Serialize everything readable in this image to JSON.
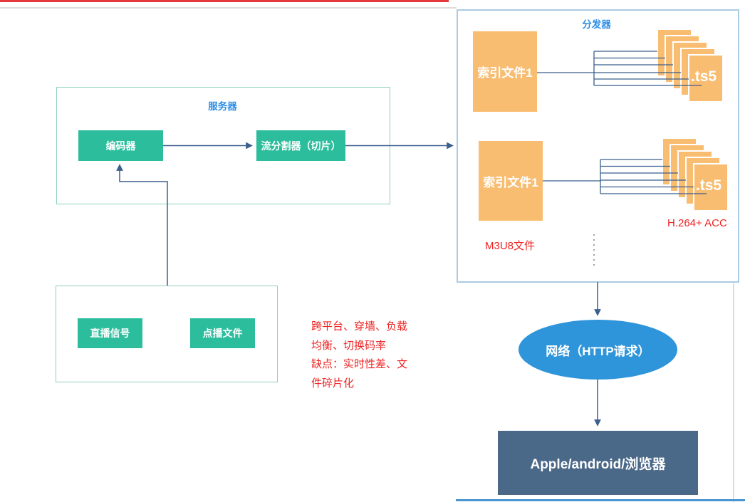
{
  "colors": {
    "teal_node": "#2bbd9c",
    "teal_frame_border": "#90d0c2",
    "blue_frame_label": "#2e8ee4",
    "distributor_border": "#a9cbe4",
    "orange_file": "#f9bd71",
    "connector_line": "#3b5f8e",
    "red_annotation": "#ee2222",
    "network_ellipse": "#2e95da",
    "client_box": "#4a6888"
  },
  "server": {
    "label": "服务器",
    "encoder_label": "编码器",
    "splitter_label": "流分割器（切片）"
  },
  "source": {
    "live_label": "直播信号",
    "vod_label": "点播文件"
  },
  "notes": {
    "lines": [
      "跨平台、穿墙、负载",
      "均衡、切换码率",
      "缺点：实时性差、文",
      "件碎片化"
    ]
  },
  "distributor": {
    "label": "分发器",
    "index_file_1": "索引文件1",
    "index_file_2": "索引文件1",
    "ts_label_1": ".ts5",
    "ts_label_2": ".ts5",
    "m3u8_label": "M3U8文件",
    "codec_label": "H.264+ ACC"
  },
  "network": {
    "label": "网络（HTTP请求）"
  },
  "client": {
    "label": "Apple/android/浏览器"
  }
}
